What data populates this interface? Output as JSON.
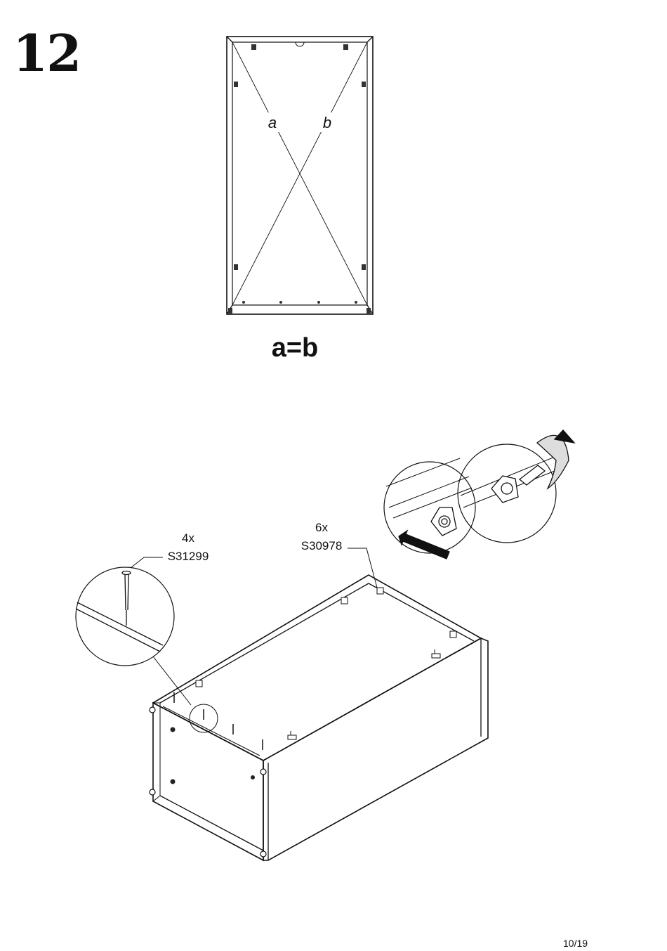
{
  "step": {
    "number": "12"
  },
  "diagonal_check": {
    "label_a": "a",
    "label_b": "b",
    "equation": "a=b"
  },
  "parts": [
    {
      "quantity": "4x",
      "code": "S31299",
      "icon": "nail-icon"
    },
    {
      "quantity": "6x",
      "code": "S30978",
      "icon": "cam-connector-icon"
    }
  ],
  "footer": {
    "page": "10/19"
  }
}
